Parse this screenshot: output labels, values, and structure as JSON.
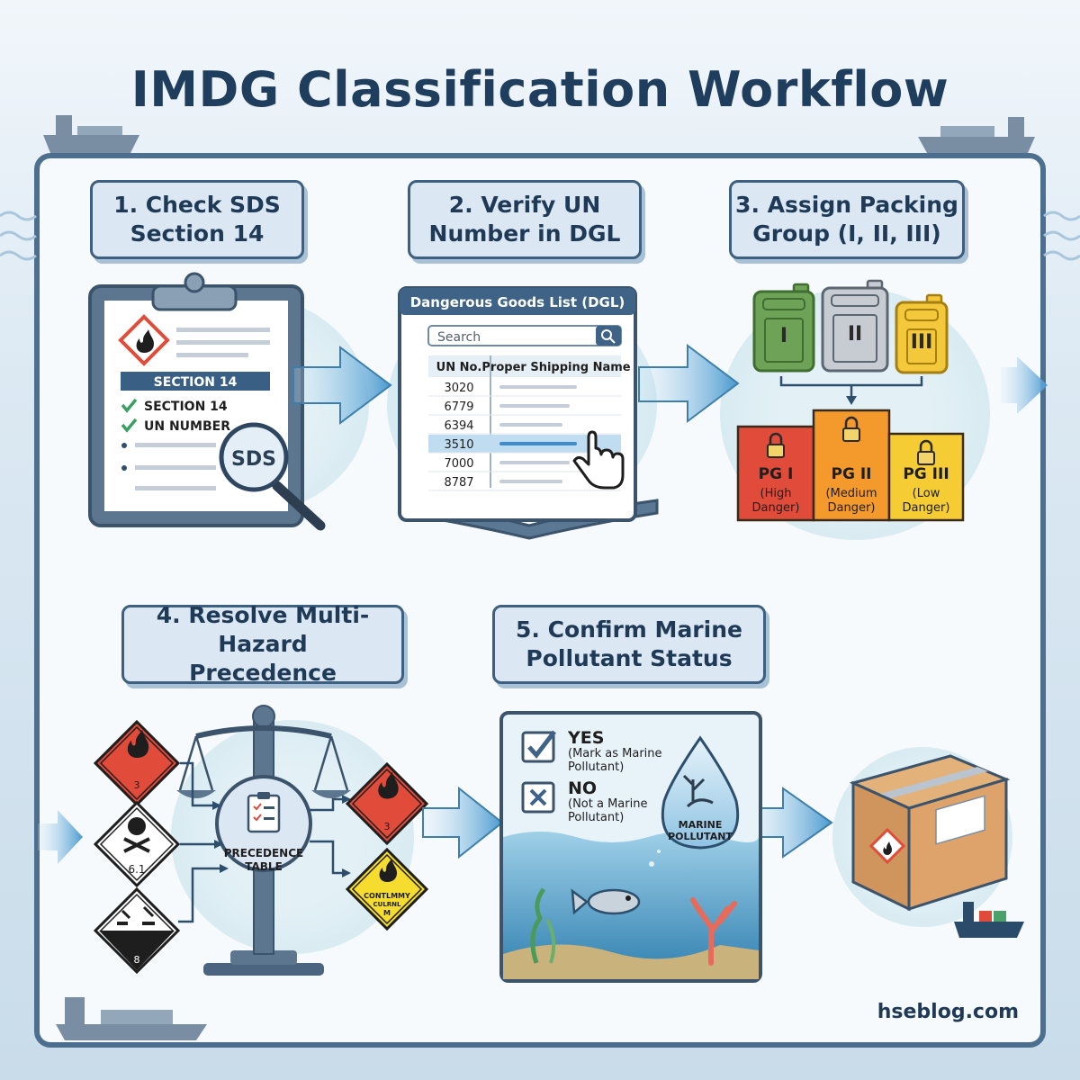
{
  "title": "IMDG Classification Workflow",
  "steps": [
    {
      "line1": "1. Check SDS",
      "line2": "Section 14"
    },
    {
      "line1": "2. Verify UN",
      "line2": "Number in DGL"
    },
    {
      "line1": "3. Assign Packing",
      "line2": "Group (I, II, III)"
    },
    {
      "line1": "4. Resolve Multi-Hazard",
      "line2": "Precedence"
    },
    {
      "line1": "5. Confirm Marine",
      "line2": "Pollutant Status"
    }
  ],
  "sds": {
    "header": "SECTION 14",
    "checks": [
      "SECTION 14",
      "UN NUMBER"
    ],
    "lens_label": "SDS"
  },
  "dgl": {
    "title": "Dangerous Goods List (DGL)",
    "search_placeholder": "Search",
    "columns": [
      "UN No.",
      "Proper Shipping Name"
    ],
    "rows": [
      "3020",
      "6779",
      "6394",
      "3510",
      "7000",
      "8787"
    ],
    "highlighted_row": "3510"
  },
  "packing": {
    "cans": [
      "I",
      "II",
      "III"
    ],
    "groups": [
      {
        "name": "PG I",
        "l1": "(High",
        "l2": "Danger)",
        "color": "#e04b3a"
      },
      {
        "name": "PG II",
        "l1": "(Medium",
        "l2": "Danger)",
        "color": "#f49a2c"
      },
      {
        "name": "PG III",
        "l1": "(Low",
        "l2": "Danger)",
        "color": "#f5cc34"
      }
    ]
  },
  "precedence": {
    "inputs": [
      "3",
      "6.1",
      "8"
    ],
    "table_l1": "PRECEDENCE",
    "table_l2": "TABLE",
    "outputs": [
      "3",
      "CONTLMMY",
      "CULRNL",
      "M"
    ]
  },
  "marine": {
    "yes": "YES",
    "yes_l1": "(Mark as Marine",
    "yes_l2": "Pollutant)",
    "no": "NO",
    "no_l1": "(Not a Marine",
    "no_l2": "Pollutant)",
    "drop_l1": "MARINE",
    "drop_l2": "POLLUTANT"
  },
  "site": "hseblog.com",
  "colors": {
    "title": "#1f3d5c",
    "frame": "#4d6f8f",
    "arrow": "#4a9ad0",
    "flammable": "#e04b3a",
    "pg2": "#f49a2c",
    "pg3": "#f5cc34"
  }
}
